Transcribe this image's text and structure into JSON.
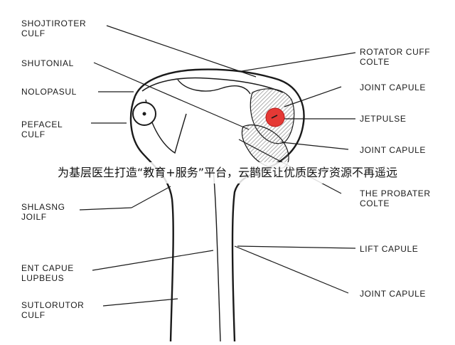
{
  "colors": {
    "line": "#1a1a1a",
    "marker": "#e53935",
    "hatch": "#888888"
  },
  "icons": {
    "highlight": "red-circle-marker"
  },
  "labels_left": [
    {
      "id": "shojtiroter-cuff",
      "text": "SHOJTIROTER\nCULF"
    },
    {
      "id": "shutonial",
      "text": "SHUTONIAL"
    },
    {
      "id": "nolopasul",
      "text": "NOLOPASUL"
    },
    {
      "id": "pefacel-culf",
      "text": "PEFACEL\nCULF"
    },
    {
      "id": "shlasng-joilf",
      "text": "SHLASNG\nJOILF"
    },
    {
      "id": "ent-capue",
      "text": "ENT CAPUE\nLUPBEUS"
    },
    {
      "id": "sutlorutor-culf",
      "text": "SUTLORUTOR\nCULF"
    }
  ],
  "labels_right": [
    {
      "id": "rotator-cuff",
      "text": "ROTATOR CUFF\nCOLTE"
    },
    {
      "id": "joint-capule-1",
      "text": "JOINT CAPULE"
    },
    {
      "id": "jetpulse",
      "text": "JETPULSE"
    },
    {
      "id": "joint-capule-2",
      "text": "JOINT CAPULE"
    },
    {
      "id": "probater-colte",
      "text": "THE PROBATER\nCOLTE"
    },
    {
      "id": "lift-capule",
      "text": "LIFT CAPULE"
    },
    {
      "id": "joint-capule-3",
      "text": "JOINT CAPULE"
    }
  ],
  "banner": {
    "text": "为基层医生打造“教育+服务”平台，云鹊医让优质医疗资源不再遥远"
  }
}
